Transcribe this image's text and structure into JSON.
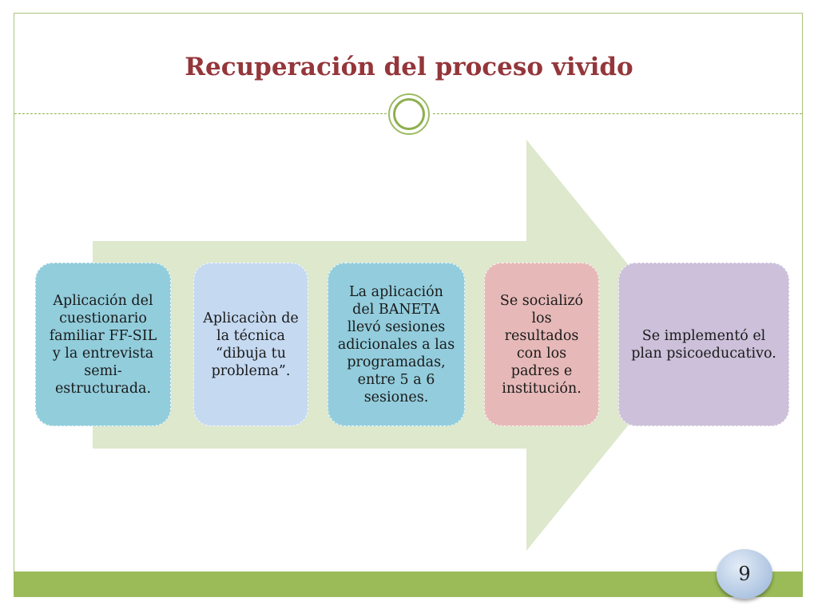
{
  "slide": {
    "title": "Recuperación del proceso vivido",
    "page_number": "9"
  },
  "process": {
    "steps": [
      {
        "text": "Aplicación del cuestionario familiar FF-SIL y la entrevista semi-estructurada.",
        "color": "#92cddc"
      },
      {
        "text": "Aplicaciòn de la técnica “dibuja tu problema”.",
        "color": "#c5d9f1"
      },
      {
        "text": "La aplicación del BANETA llevó sesiones adicionales a las programadas, entre 5 a 6 sesiones.",
        "color": "#93cddd"
      },
      {
        "text": "Se socializó los resultados con los padres e institución.",
        "color": "#e6b9b8"
      },
      {
        "text": "Se implementó el plan psicoeducativo.",
        "color": "#ccc0da"
      }
    ]
  },
  "colors": {
    "title": "#94363a",
    "accent_green": "#9bbb59",
    "arrow_fill": "#dde8cc"
  }
}
